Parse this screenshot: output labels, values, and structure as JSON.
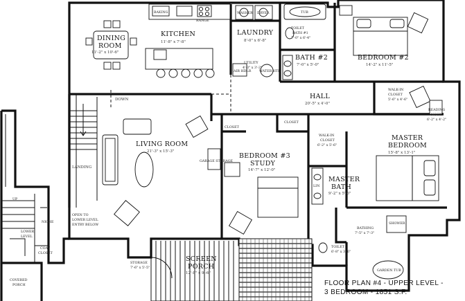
{
  "rooms": {
    "dining": {
      "name_1": "DINING",
      "name_2": "ROOM",
      "dims": "11'-2\" x 10'-6\""
    },
    "kitchen": {
      "name": "KITCHEN",
      "dims": "11'-8\" x 7'-8\""
    },
    "laundry": {
      "name": "LAUNDRY",
      "dims": "8'-0\" x 6'-8\""
    },
    "toilet_bath1": {
      "name_1": "TOILET",
      "name_2": "BATH #1",
      "dims": "7'-0\" x 6'-4\""
    },
    "bath2": {
      "name": "BATH #2",
      "dims": "7'-0\" x 5'-0\""
    },
    "bedroom2": {
      "name": "BEDROOM #2",
      "dims": "14'-2\" x 11'-5\""
    },
    "walkin_closet_top": {
      "name_1": "WALK-IN",
      "name_2": "CLOSET",
      "dims": "5'-6\" x 4'-6\""
    },
    "reading_nook": {
      "name_1": "READING",
      "name_2": "NOOK",
      "dims": "6'-2\" x 4'-2\""
    },
    "hall": {
      "name": "HALL",
      "dims": "20'-5\" x 4'-0\""
    },
    "utility": {
      "name": "UTILITY",
      "dims": "4'-3\" x 3'-2\""
    },
    "living": {
      "name": "LIVING ROOM",
      "dims": "21'-3\" x 15'-3\""
    },
    "bedroom3": {
      "name_1": "BEDROOM #3",
      "name_2": "STUDY",
      "dims": "14'-7\" x 12'-0\""
    },
    "walkin_closet_mid": {
      "name_1": "WALK-IN",
      "name_2": "CLOSET",
      "dims": "6'-2\" x 5'-6\""
    },
    "master_bedroom": {
      "name_1": "MASTER",
      "name_2": "BEDROOM",
      "dims": "15'-8\" x 13'-1\""
    },
    "master_bath": {
      "name_1": "MASTER",
      "name_2": "BATH",
      "dims": "9'-2\" x 5'-6\""
    },
    "bathing": {
      "name": "BATHING",
      "dims": "7'-5\" x 7'-3\""
    },
    "toilet_small": {
      "name": "TOILET",
      "dims": "6'-8\" x 3'-6\""
    },
    "storage": {
      "name": "STORAGE",
      "dims": "7'-6\" x 5'-5\""
    },
    "screen_porch": {
      "name_1": "SCREEN",
      "name_2": "PORCH",
      "dims": "12'-8\" x 9'-6\""
    },
    "covered_porch": {
      "name_1": "COVERED",
      "name_2": "PORCH"
    },
    "lower_level": {
      "name_1": "LOWER",
      "name_2": "LEVEL"
    },
    "coat_closet": {
      "name_1": "COAT",
      "name_2": "CLOSET"
    }
  },
  "labels": {
    "down": "DOWN",
    "landing": "LANDING",
    "open_to_lower_1": "OPEN TO",
    "open_to_lower_2": "LOWER LEVEL",
    "open_to_lower_3": "ENTRY BELOW",
    "closet_a": "CLOSET",
    "closet_b": "CLOSET",
    "niche": "NICHE",
    "up": "UP",
    "range": "RANGE",
    "baking": "BAKING",
    "washer": "WASHER",
    "dryer": "DRYER",
    "garage_storage": "GARAGE STORAGE",
    "air_handler": "AIR HDLR",
    "water_heater": "WATER HTR",
    "linen": "LIN",
    "shower": "SHOWER",
    "garden_tub": "GARDEN TUB",
    "tub": "TUB"
  },
  "caption": {
    "line1": "FLOOR PLAN #4 - UPPER LEVEL -",
    "line2": "3 BEDROOM - 1851 S.F."
  }
}
